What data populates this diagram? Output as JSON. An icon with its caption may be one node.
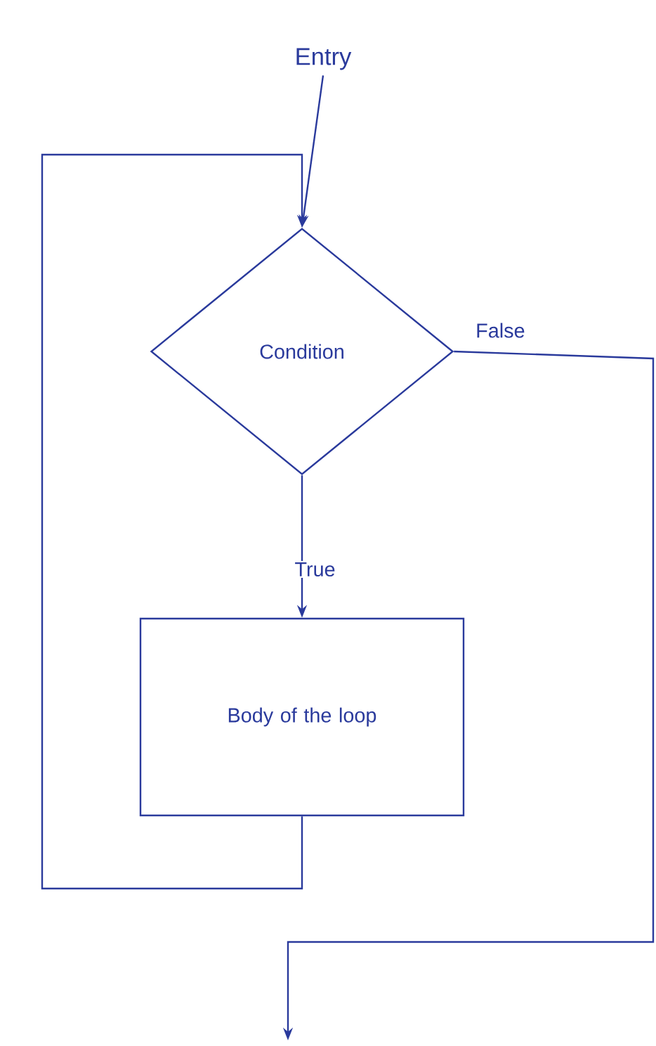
{
  "diagram": {
    "nodes": [
      {
        "text": [
          "Entry"
        ]
      },
      {
        "text": [
          "Condition"
        ]
      },
      {
        "text": [
          "Body of the loop"
        ]
      }
    ],
    "edges": [
      {
        "from": 0,
        "to": 1,
        "arrow": "to"
      },
      {
        "from": 1,
        "to": 2,
        "arrow": "to",
        "label": "True"
      },
      {
        "from": 2,
        "to": 1,
        "arrow": "to"
      },
      {
        "from": 1,
        "to": null,
        "arrow": "to",
        "label": "False"
      }
    ]
  }
}
